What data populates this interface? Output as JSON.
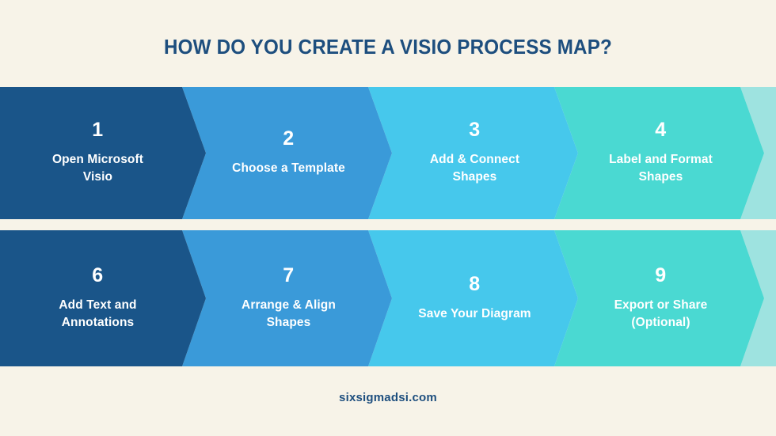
{
  "page": {
    "background_color": "#F7F3E8",
    "title": "HOW DO YOU CREATE A VISIO PROCESS MAP?",
    "title_color": "#1D4E7E",
    "footer": "sixsigmadsi.com",
    "footer_color": "#1D4E7E"
  },
  "palette": {
    "step_1": "#1A5589",
    "step_2": "#3A9AD9",
    "step_3": "#46C8EC",
    "step_4": "#4AD9D2",
    "step_5": "#9EE3E0"
  },
  "rows": [
    {
      "name": "row-top",
      "steps": [
        {
          "number": "1",
          "lines": [
            "Open Microsoft",
            "Visio"
          ],
          "color": "#1A5589"
        },
        {
          "number": "2",
          "lines": [
            "Choose a Template"
          ],
          "color": "#3A9AD9"
        },
        {
          "number": "3",
          "lines": [
            "Add & Connect",
            "Shapes"
          ],
          "color": "#46C8EC"
        },
        {
          "number": "4",
          "lines": [
            "Label and Format",
            "Shapes"
          ],
          "color": "#4AD9D2"
        },
        {
          "number": "",
          "lines": [],
          "color": "#9EE3E0"
        }
      ]
    },
    {
      "name": "row-bottom",
      "steps": [
        {
          "number": "6",
          "lines": [
            "Add Text and",
            "Annotations"
          ],
          "color": "#1A5589"
        },
        {
          "number": "7",
          "lines": [
            "Arrange & Align",
            "Shapes"
          ],
          "color": "#3A9AD9"
        },
        {
          "number": "8",
          "lines": [
            "Save Your Diagram"
          ],
          "color": "#46C8EC"
        },
        {
          "number": "9",
          "lines": [
            "Export or Share",
            "(Optional)"
          ],
          "color": "#4AD9D2"
        },
        {
          "number": "",
          "lines": [],
          "color": "#9EE3E0"
        }
      ]
    }
  ]
}
